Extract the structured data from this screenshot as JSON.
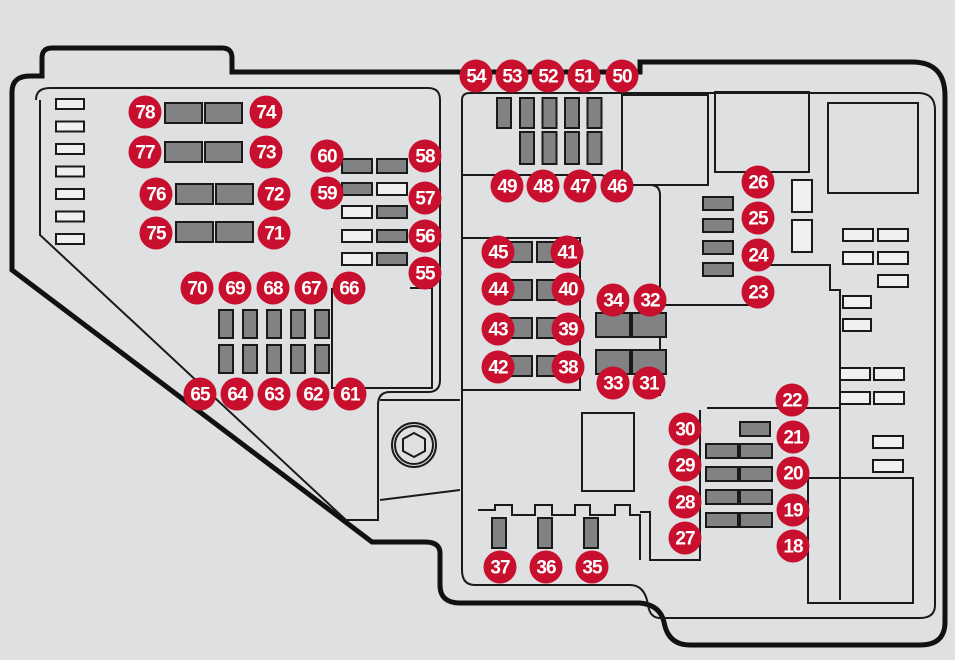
{
  "diagram": {
    "type": "fuse-box-layout",
    "label_color": "#c8102e",
    "fuse_color": "#808284",
    "background": "#dfe0e2",
    "fuse_numbers": [
      "18",
      "19",
      "20",
      "21",
      "22",
      "23",
      "24",
      "25",
      "26",
      "27",
      "28",
      "29",
      "30",
      "31",
      "32",
      "33",
      "34",
      "35",
      "36",
      "37",
      "38",
      "39",
      "40",
      "41",
      "42",
      "43",
      "44",
      "45",
      "46",
      "47",
      "48",
      "49",
      "50",
      "51",
      "52",
      "53",
      "54",
      "55",
      "56",
      "57",
      "58",
      "59",
      "60",
      "61",
      "62",
      "63",
      "64",
      "65",
      "66",
      "67",
      "68",
      "69",
      "70",
      "71",
      "72",
      "73",
      "74",
      "75",
      "76",
      "77",
      "78"
    ],
    "icons": [
      "hex-bolt-icon"
    ]
  }
}
